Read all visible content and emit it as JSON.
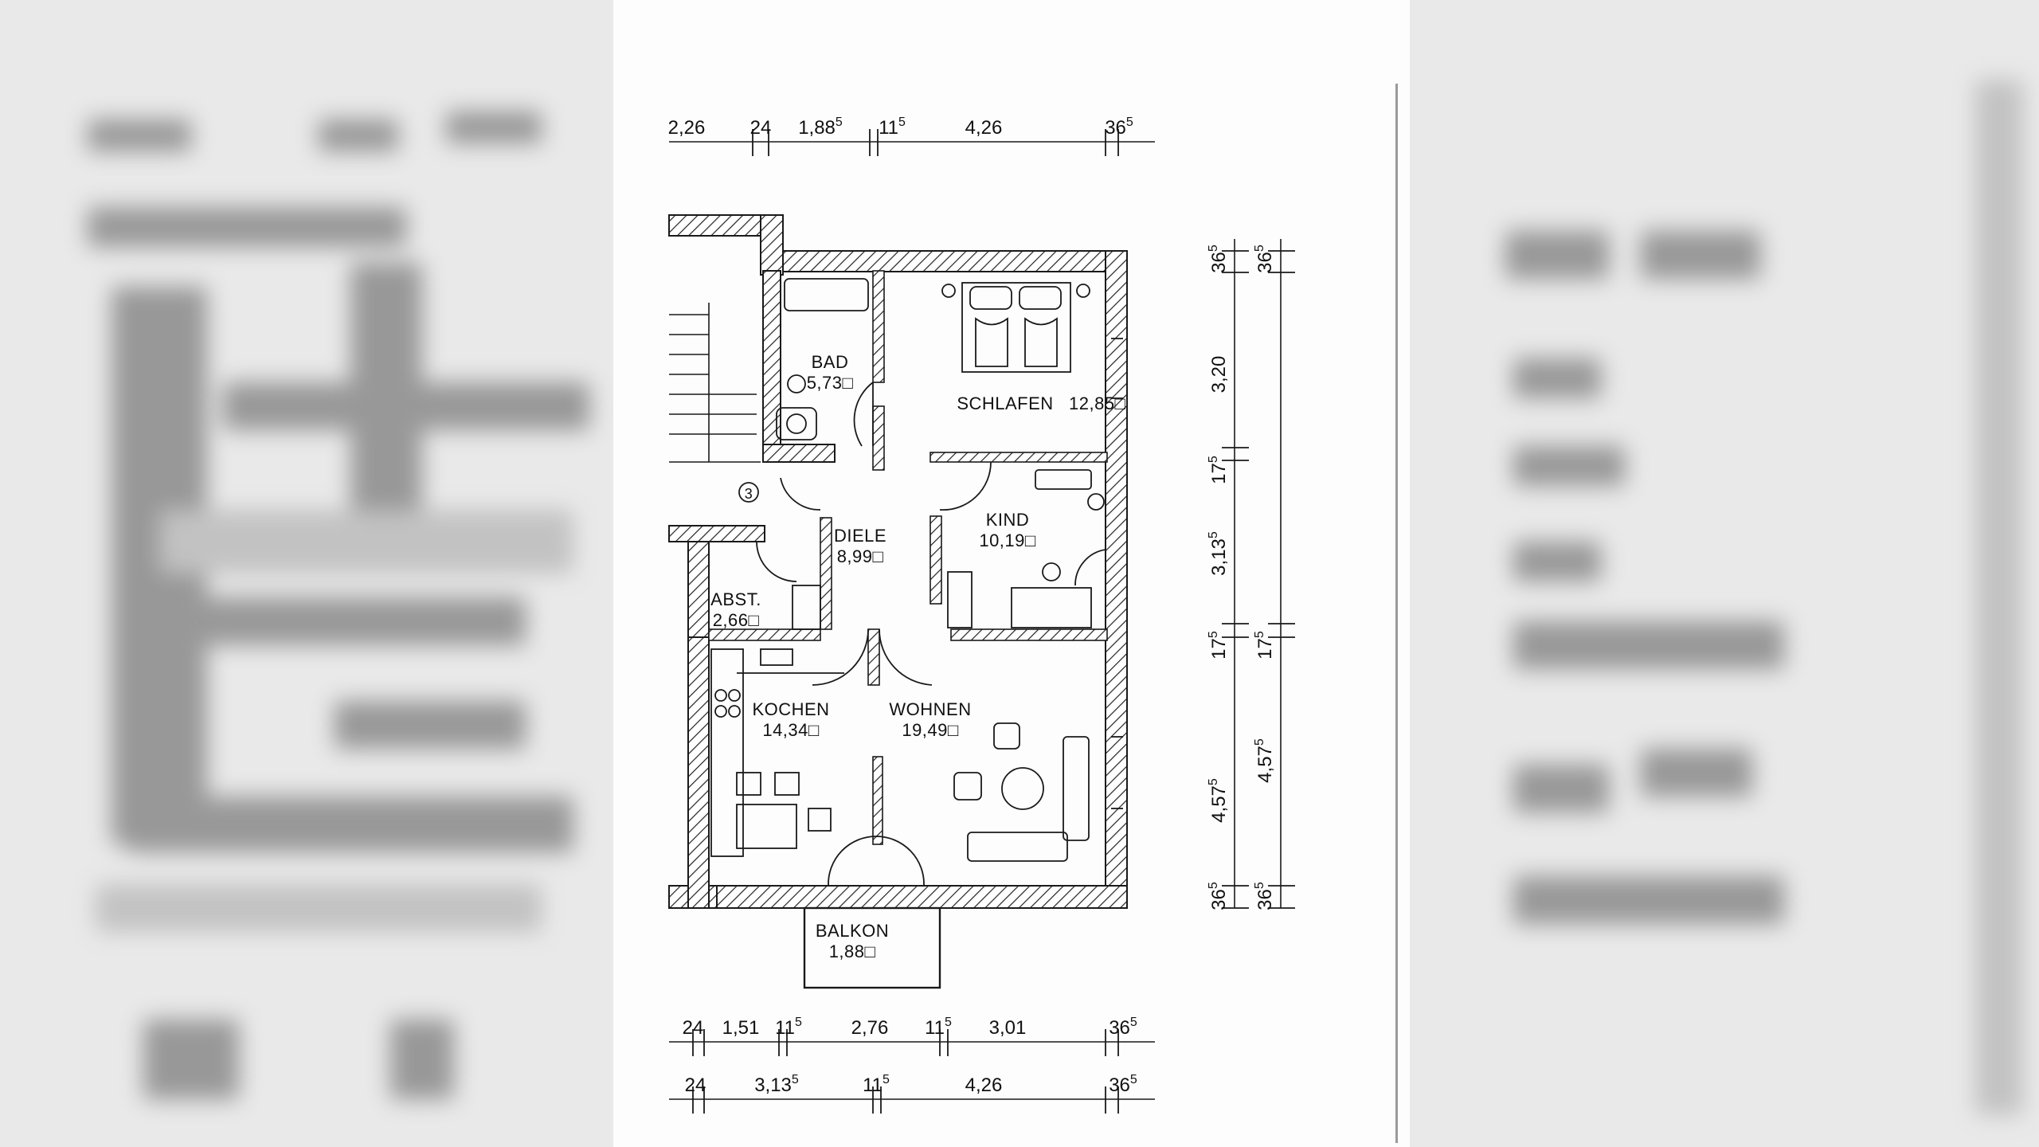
{
  "plan": {
    "rooms": [
      {
        "id": "bad",
        "name": "BAD",
        "area": "5,73"
      },
      {
        "id": "schlafen",
        "name": "SCHLAFEN",
        "area": "12,85"
      },
      {
        "id": "diele",
        "name": "DIELE",
        "area": "8,99"
      },
      {
        "id": "kind",
        "name": "KIND",
        "area": "10,19"
      },
      {
        "id": "abst",
        "name": "ABST.",
        "area": "2,66"
      },
      {
        "id": "kochen",
        "name": "KOCHEN",
        "area": "14,34"
      },
      {
        "id": "wohnen",
        "name": "WOHNEN",
        "area": "19,49"
      },
      {
        "id": "balkon",
        "name": "BALKON",
        "area": "1,88"
      }
    ],
    "unit_symbol": "□",
    "stair_marker": "3",
    "dims_top": [
      {
        "v": "2,26",
        "s": ""
      },
      {
        "v": "24",
        "s": ""
      },
      {
        "v": "1,88",
        "s": "5"
      },
      {
        "v": "11",
        "s": "5"
      },
      {
        "v": "4,26",
        "s": ""
      },
      {
        "v": "36",
        "s": "5"
      }
    ],
    "dims_bottom1": [
      {
        "v": "24",
        "s": ""
      },
      {
        "v": "1,51",
        "s": ""
      },
      {
        "v": "11",
        "s": "5"
      },
      {
        "v": "2,76",
        "s": ""
      },
      {
        "v": "11",
        "s": "5"
      },
      {
        "v": "3,01",
        "s": ""
      },
      {
        "v": "36",
        "s": "5"
      }
    ],
    "dims_bottom2": [
      {
        "v": "24",
        "s": ""
      },
      {
        "v": "3,13",
        "s": "5"
      },
      {
        "v": "11",
        "s": "5"
      },
      {
        "v": "4,26",
        "s": ""
      },
      {
        "v": "36",
        "s": "5"
      }
    ],
    "dims_right1": [
      {
        "v": "36",
        "s": "5"
      },
      {
        "v": "3,20",
        "s": ""
      },
      {
        "v": "17",
        "s": "5"
      },
      {
        "v": "3,13",
        "s": "5"
      },
      {
        "v": "17",
        "s": "5"
      },
      {
        "v": "4,57",
        "s": "5"
      },
      {
        "v": "36",
        "s": "5"
      }
    ],
    "dims_right2": [
      {
        "v": "36",
        "s": "5"
      },
      {
        "v": "17",
        "s": "5"
      },
      {
        "v": "4,57",
        "s": "5"
      },
      {
        "v": "36",
        "s": "5"
      }
    ]
  }
}
